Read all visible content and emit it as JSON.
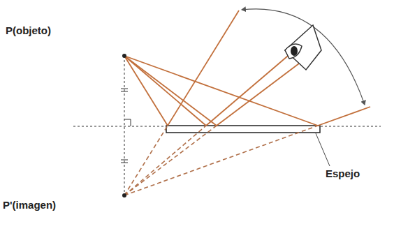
{
  "diagram": {
    "labels": [
      "P(objeto)",
      "P'(imagen)",
      "Espejo"
    ]
  }
}
